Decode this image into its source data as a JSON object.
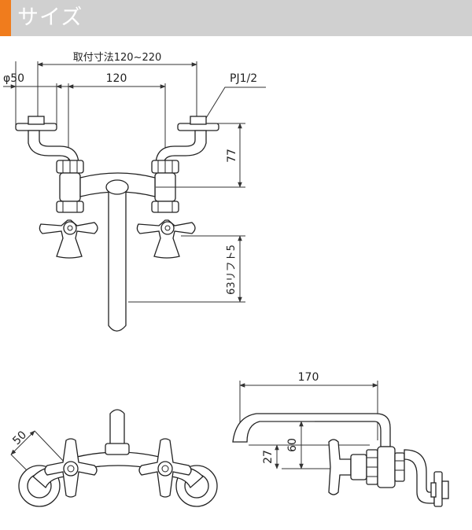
{
  "header": {
    "title": "サイズ",
    "accent_color": "#f07c1d",
    "band_color": "#d0d0d0"
  },
  "front_view": {
    "mount_range_label": "取付寸法120~220",
    "diameter_label": "φ50",
    "center_distance_label": "120",
    "thread_label": "PJ1/2",
    "height_label": "77",
    "spout_label": "63リフト5"
  },
  "top_view": {
    "distance_label": "50"
  },
  "side_view": {
    "reach_label": "170",
    "height_label": "60",
    "offset_label": "27"
  }
}
